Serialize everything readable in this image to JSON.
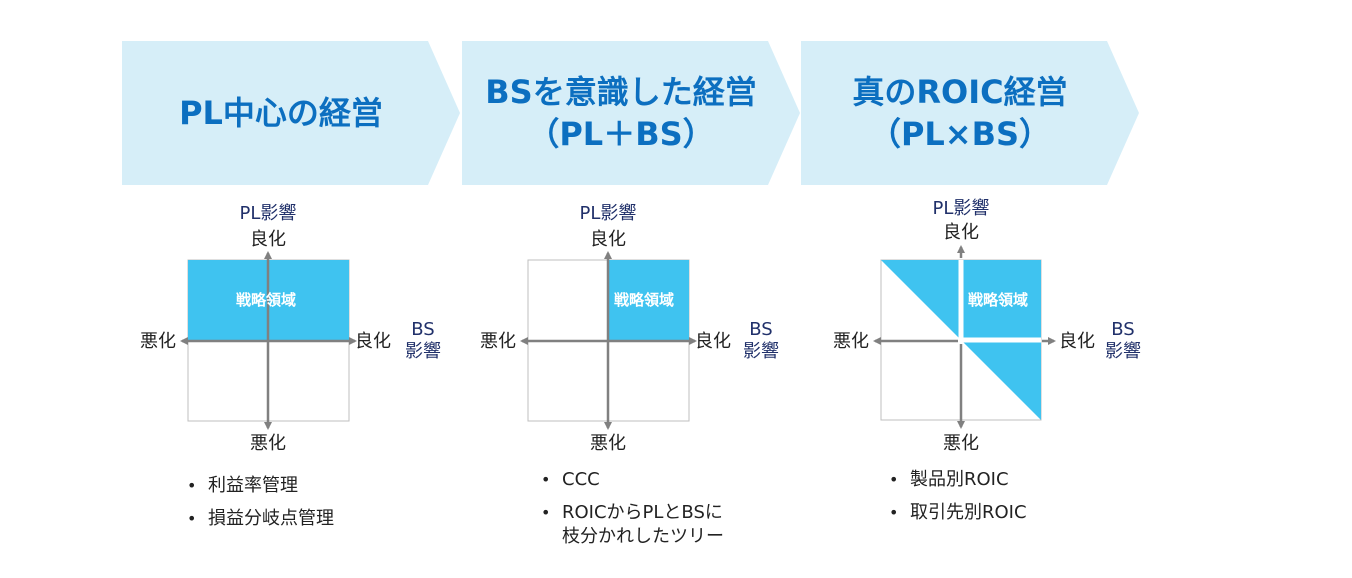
{
  "stages": [
    {
      "title_lines": [
        "PL中心の経営"
      ]
    },
    {
      "title_lines": [
        "BSを意識した経営",
        "（PL＋BS）"
      ]
    },
    {
      "title_lines": [
        "真のROIC経営",
        "（PL×BS）"
      ]
    }
  ],
  "axis_labels": {
    "pl": "PL影響",
    "bs_line1": "BS",
    "bs_line2": "影響",
    "improve": "良化",
    "worsen": "悪化"
  },
  "strategy_label": "戦略領域",
  "bullets": [
    [
      "利益率管理",
      "損益分岐点管理"
    ],
    [
      "CCC",
      "ROICからPLとBSに\n枝分かれしたツリー"
    ],
    [
      "製品別ROIC",
      "取引先別ROIC"
    ]
  ],
  "colors": {
    "chevron_fill": "#d6eef8",
    "chevron_text": "#0c6fc0",
    "strategy_fill": "#3fc3f0",
    "axis": "#808080"
  }
}
